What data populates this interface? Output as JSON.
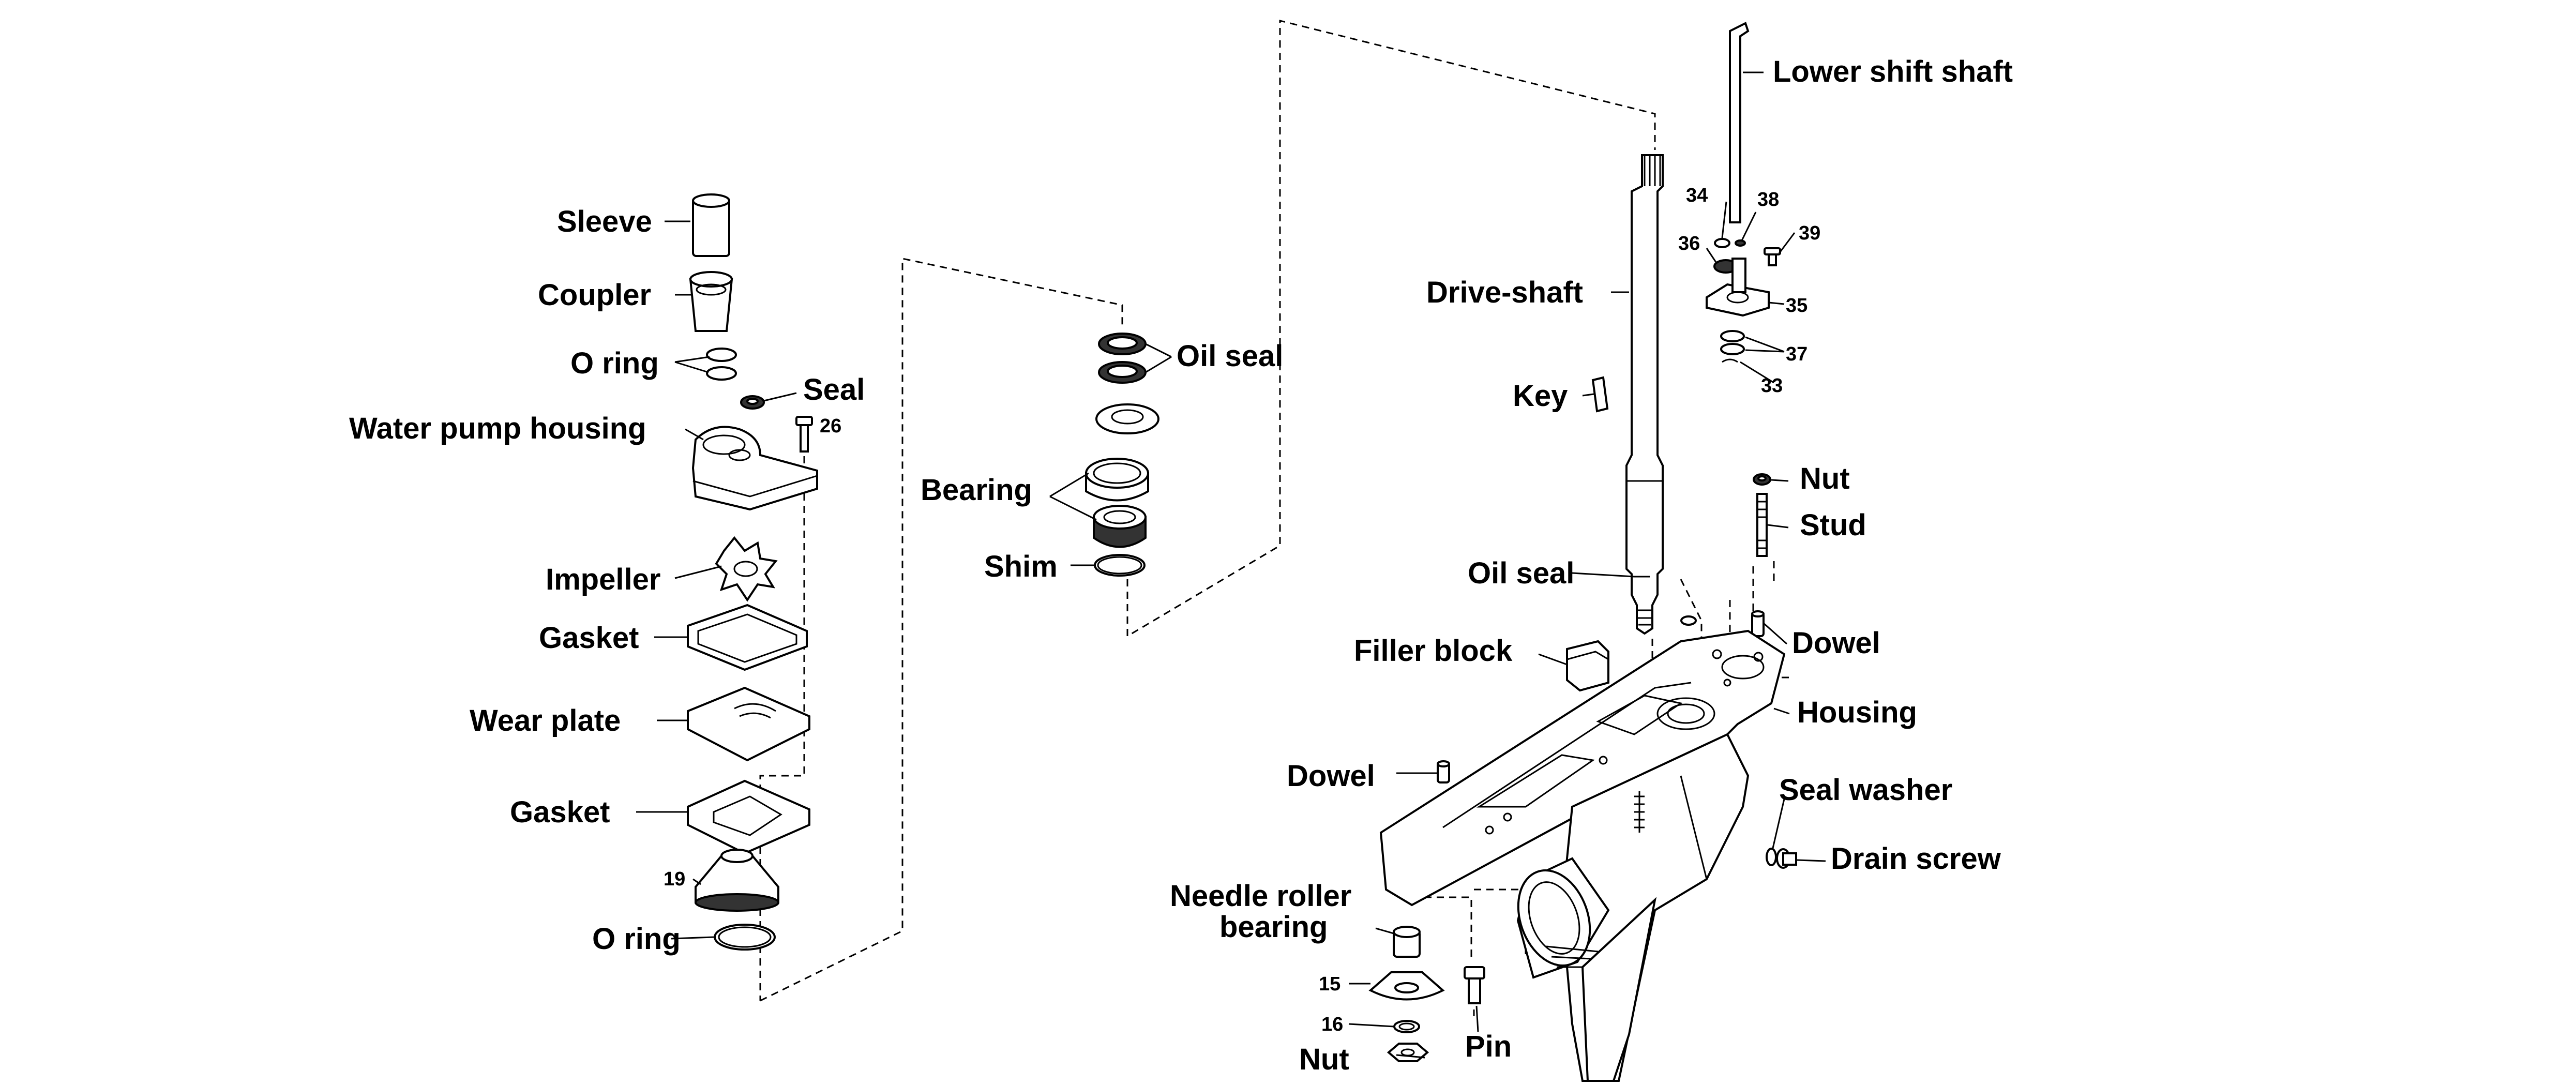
{
  "labels": {
    "sleeve": "Sleeve",
    "coupler": "Coupler",
    "o_ring_top": "O ring",
    "seal": "Seal",
    "water_pump_housing": "Water pump housing",
    "bolt_26": "26",
    "impeller": "Impeller",
    "gasket_top": "Gasket",
    "wear_plate": "Wear plate",
    "gasket_bottom": "Gasket",
    "part_19": "19",
    "o_ring_bottom": "O ring",
    "oil_seal_mid": "Oil seal",
    "bearing": "Bearing",
    "shim": "Shim",
    "lower_shift_shaft": "Lower shift shaft",
    "drive_shaft": "Drive-shaft",
    "key": "Key",
    "oil_seal_lower": "Oil seal",
    "filler_block": "Filler block",
    "dowel_left": "Dowel",
    "needle_roller_bearing_1": "Needle roller",
    "needle_roller_bearing_2": "bearing",
    "part_15": "15",
    "part_16": "16",
    "nut_bottom": "Nut",
    "pin": "Pin",
    "nut_right": "Nut",
    "stud": "Stud",
    "dowel_right": "Dowel",
    "housing": "Housing",
    "seal_washer": "Seal washer",
    "drain_screw": "Drain screw",
    "part_33": "33",
    "part_34": "34",
    "part_35": "35",
    "part_36": "36",
    "part_37": "37",
    "part_38": "38",
    "part_39": "39"
  }
}
